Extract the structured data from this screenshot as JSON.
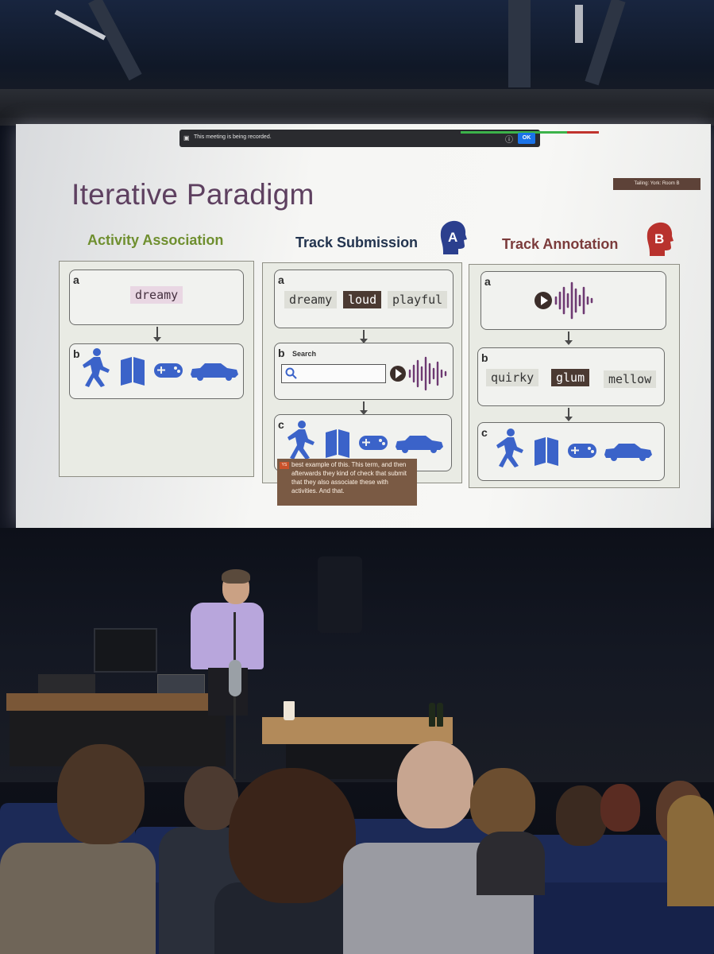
{
  "meeting_banner": {
    "text": "This meeting is being recorded.",
    "ok_label": "OK",
    "info_icon": "info-icon",
    "camera_icon": "camera-icon"
  },
  "room_label": "Tailing: York: Room B",
  "slide": {
    "title": "Iterative Paradigm",
    "columns": [
      {
        "heading": "Activity Association",
        "heading_color": "#6f8f2f",
        "cards": [
          {
            "letter": "a",
            "tags": [
              "dreamy"
            ]
          },
          {
            "letter": "b",
            "icons": [
              "running-person-icon",
              "book-icon",
              "gamepad-icon",
              "car-icon"
            ]
          }
        ]
      },
      {
        "heading": "Track Submission",
        "heading_color": "#23344f",
        "badge": "A",
        "badge_color": "#2b3f8e",
        "cards": [
          {
            "letter": "a",
            "tags": [
              "dreamy",
              "loud",
              "playful"
            ],
            "highlighted": "loud"
          },
          {
            "letter": "b",
            "label": "Search",
            "icons": [
              "search-icon",
              "play-icon",
              "waveform-icon"
            ]
          },
          {
            "letter": "c",
            "icons": [
              "running-person-icon",
              "book-icon",
              "gamepad-icon",
              "car-icon"
            ]
          }
        ]
      },
      {
        "heading": "Track Annotation",
        "heading_color": "#7b3b3b",
        "badge": "B",
        "badge_color": "#b8322d",
        "cards": [
          {
            "letter": "a",
            "icons": [
              "play-icon",
              "waveform-icon"
            ]
          },
          {
            "letter": "b",
            "tags": [
              "quirky",
              "glum",
              "mellow"
            ],
            "highlighted": "glum"
          },
          {
            "letter": "c",
            "icons": [
              "running-person-icon",
              "book-icon",
              "gamepad-icon",
              "car-icon"
            ]
          }
        ]
      }
    ]
  },
  "live_caption": {
    "speaker_initials": "YS",
    "text": "best example of this. This term, and then afterwards they kind of check that submit that they also associate these with activities. And that."
  },
  "colors": {
    "icon_blue": "#3b63c9",
    "tag_dark": "#4b3a32",
    "tag_light": "#dedfd8",
    "seat_blue": "#1c2a57"
  }
}
